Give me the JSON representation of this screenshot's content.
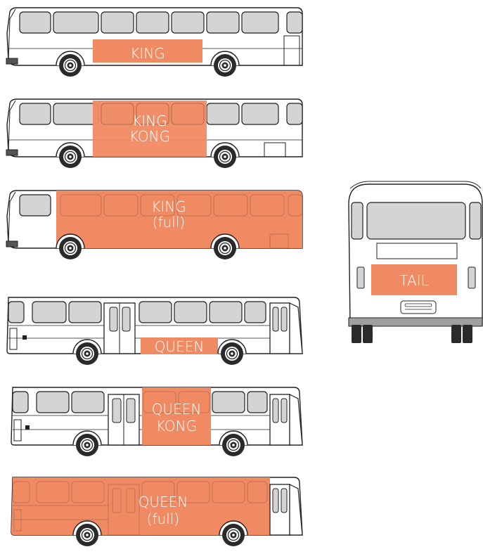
{
  "colors": {
    "ad": "#F08A62",
    "window": "#D4D4D4",
    "outline": "#231F20",
    "body": "#FFFFFF",
    "wheel": "#2A2A2A"
  },
  "buses": [
    {
      "id": "king",
      "type": "side",
      "lines": [
        "KING"
      ]
    },
    {
      "id": "king-kong",
      "type": "side",
      "lines": [
        "KING",
        "KONG"
      ]
    },
    {
      "id": "king-full",
      "type": "side",
      "lines": [
        "KING",
        "(full)"
      ]
    },
    {
      "id": "queen",
      "type": "side-doors",
      "lines": [
        "QUEEN"
      ]
    },
    {
      "id": "queen-kong",
      "type": "side-doors",
      "lines": [
        "QUEEN",
        "KONG"
      ]
    },
    {
      "id": "queen-full",
      "type": "side-doors",
      "lines": [
        "QUEEN",
        "(full)"
      ]
    },
    {
      "id": "tail",
      "type": "rear",
      "lines": [
        "TAIL"
      ]
    }
  ]
}
